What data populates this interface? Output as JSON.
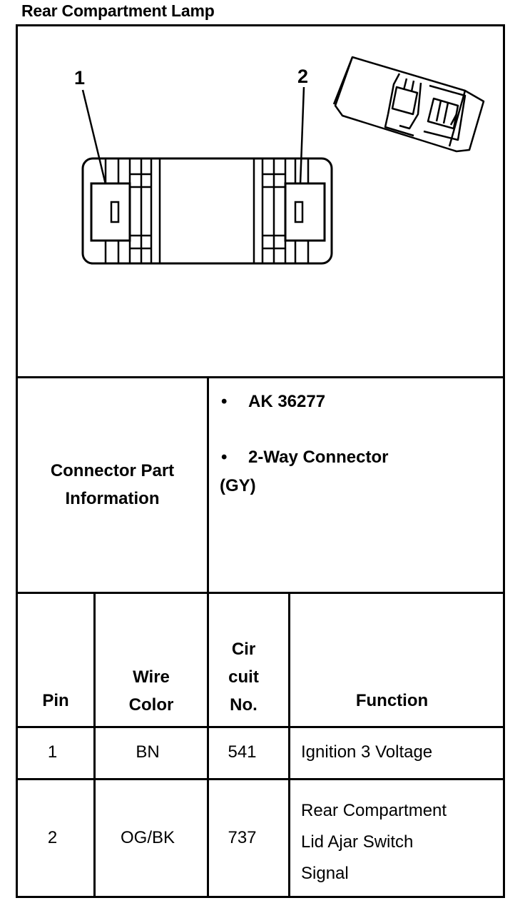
{
  "title": "Rear Compartment Lamp",
  "diagram": {
    "pin_callouts": [
      "1",
      "2"
    ]
  },
  "part_info": {
    "label_line1": "Connector Part",
    "label_line2": "Information",
    "bullet_symbol": "•",
    "bullets": [
      "AK 36277",
      "2-Way Connector"
    ],
    "continuation": "(GY)"
  },
  "table": {
    "headers": {
      "pin": "Pin",
      "wire_color_1": "Wire",
      "wire_color_2": "Color",
      "circuit_1": "Cir",
      "circuit_2": "cuit",
      "circuit_3": "No.",
      "function": "Function"
    },
    "rows": [
      {
        "pin": "1",
        "wire_color": "BN",
        "circuit": "541",
        "function": [
          "Ignition 3 Voltage"
        ]
      },
      {
        "pin": "2",
        "wire_color": "OG/BK",
        "circuit": "737",
        "function": [
          "Rear Compartment",
          "Lid Ajar Switch",
          "Signal"
        ]
      }
    ]
  }
}
